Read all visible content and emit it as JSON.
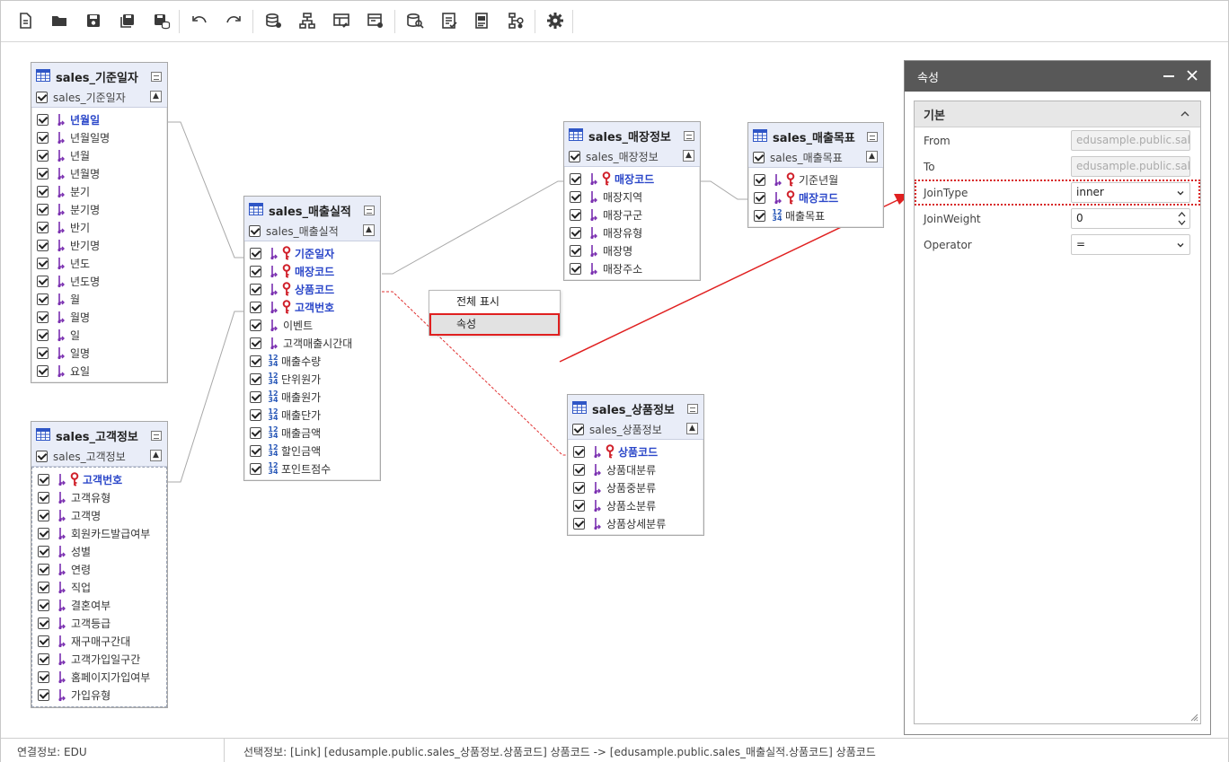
{
  "toolbar": {
    "buttons": [
      "new-file-icon",
      "open-folder-icon",
      "save-icon",
      "save-as-icon",
      "save-db-icon",
      "undo-icon",
      "redo-icon",
      "db-link-icon",
      "tree-icon",
      "table-edit-icon",
      "table-settings-icon",
      "db-search-icon",
      "checklist-icon",
      "document-icon",
      "tree-settings-icon",
      "gear-icon"
    ]
  },
  "tables": [
    {
      "name": "sales_기준일자",
      "alias": "sales_기준일자",
      "style": "solid",
      "columns": [
        {
          "name": "년월일",
          "type": "text",
          "pk": true
        },
        {
          "name": "년월일명",
          "type": "text"
        },
        {
          "name": "년월",
          "type": "text"
        },
        {
          "name": "년월명",
          "type": "text"
        },
        {
          "name": "분기",
          "type": "text"
        },
        {
          "name": "분기명",
          "type": "text"
        },
        {
          "name": "반기",
          "type": "text"
        },
        {
          "name": "반기명",
          "type": "text"
        },
        {
          "name": "년도",
          "type": "text"
        },
        {
          "name": "년도명",
          "type": "text"
        },
        {
          "name": "월",
          "type": "text"
        },
        {
          "name": "월명",
          "type": "text"
        },
        {
          "name": "일",
          "type": "text"
        },
        {
          "name": "일명",
          "type": "text"
        },
        {
          "name": "요일",
          "type": "text"
        }
      ]
    },
    {
      "name": "sales_고객정보",
      "alias": "sales_고객정보",
      "style": "dashed",
      "columns": [
        {
          "name": "고객번호",
          "type": "text",
          "pk": true,
          "key": true
        },
        {
          "name": "고객유형",
          "type": "text"
        },
        {
          "name": "고객명",
          "type": "text"
        },
        {
          "name": "회원카드발급여부",
          "type": "text"
        },
        {
          "name": "성별",
          "type": "text"
        },
        {
          "name": "연령",
          "type": "text"
        },
        {
          "name": "직업",
          "type": "text"
        },
        {
          "name": "결혼여부",
          "type": "text"
        },
        {
          "name": "고객등급",
          "type": "text"
        },
        {
          "name": "재구매구간대",
          "type": "text"
        },
        {
          "name": "고객가입일구간",
          "type": "text"
        },
        {
          "name": "홈페이지가입여부",
          "type": "text"
        },
        {
          "name": "가입유형",
          "type": "text"
        }
      ]
    },
    {
      "name": "sales_매출실적",
      "alias": "sales_매출실적",
      "style": "solid",
      "columns": [
        {
          "name": "기준일자",
          "type": "text",
          "pk": true,
          "key": true
        },
        {
          "name": "매장코드",
          "type": "text",
          "pk": true,
          "key": true
        },
        {
          "name": "상품코드",
          "type": "text",
          "pk": true,
          "key": true
        },
        {
          "name": "고객번호",
          "type": "text",
          "pk": true,
          "key": true
        },
        {
          "name": "이벤트",
          "type": "text"
        },
        {
          "name": "고객매출시간대",
          "type": "text"
        },
        {
          "name": "매출수량",
          "type": "num"
        },
        {
          "name": "단위원가",
          "type": "num"
        },
        {
          "name": "매출원가",
          "type": "num"
        },
        {
          "name": "매출단가",
          "type": "num"
        },
        {
          "name": "매출금액",
          "type": "num"
        },
        {
          "name": "할인금액",
          "type": "num"
        },
        {
          "name": "포인트점수",
          "type": "num"
        }
      ]
    },
    {
      "name": "sales_매장정보",
      "alias": "sales_매장정보",
      "style": "solid",
      "columns": [
        {
          "name": "매장코드",
          "type": "text",
          "pk": true,
          "key": true
        },
        {
          "name": "매장지역",
          "type": "text"
        },
        {
          "name": "매장구군",
          "type": "text"
        },
        {
          "name": "매장유형",
          "type": "text"
        },
        {
          "name": "매장명",
          "type": "text"
        },
        {
          "name": "매장주소",
          "type": "text"
        }
      ]
    },
    {
      "name": "sales_매출목표",
      "alias": "sales_매출목표",
      "style": "solid",
      "columns": [
        {
          "name": "기준년월",
          "type": "text",
          "key": true
        },
        {
          "name": "매장코드",
          "type": "text",
          "pk": true,
          "key": true
        },
        {
          "name": "매출목표",
          "type": "num"
        }
      ]
    },
    {
      "name": "sales_상품정보",
      "alias": "sales_상품정보",
      "style": "solid",
      "columns": [
        {
          "name": "상품코드",
          "type": "text",
          "pk": true,
          "key": true
        },
        {
          "name": "상품대분류",
          "type": "text"
        },
        {
          "name": "상품중분류",
          "type": "text"
        },
        {
          "name": "상품소분류",
          "type": "text"
        },
        {
          "name": "상품상세분류",
          "type": "text"
        }
      ]
    }
  ],
  "context_menu": {
    "items": [
      "전체 표시",
      "속성"
    ]
  },
  "properties": {
    "title": "속성",
    "section": "기본",
    "rows": [
      {
        "label": "From",
        "value": "edusample.public.sales",
        "disabled": true
      },
      {
        "label": "To",
        "value": "edusample.public.sales",
        "disabled": true
      },
      {
        "label": "JoinType",
        "value": "inner",
        "control": "select"
      },
      {
        "label": "JoinWeight",
        "value": "0",
        "control": "spinner"
      },
      {
        "label": "Operator",
        "value": "=",
        "control": "select"
      }
    ]
  },
  "status": {
    "connection": "연결정보: EDU",
    "selection": "선택정보: [Link] [edusample.public.sales_상품정보.상품코드] 상품코드 -> [edusample.public.sales_매출실적.상품코드] 상품코드"
  },
  "colors": {
    "pk_text": "#2b47c9",
    "highlight": "#e02020",
    "panel_header": "#585858",
    "table_header": "#e9edf8"
  }
}
